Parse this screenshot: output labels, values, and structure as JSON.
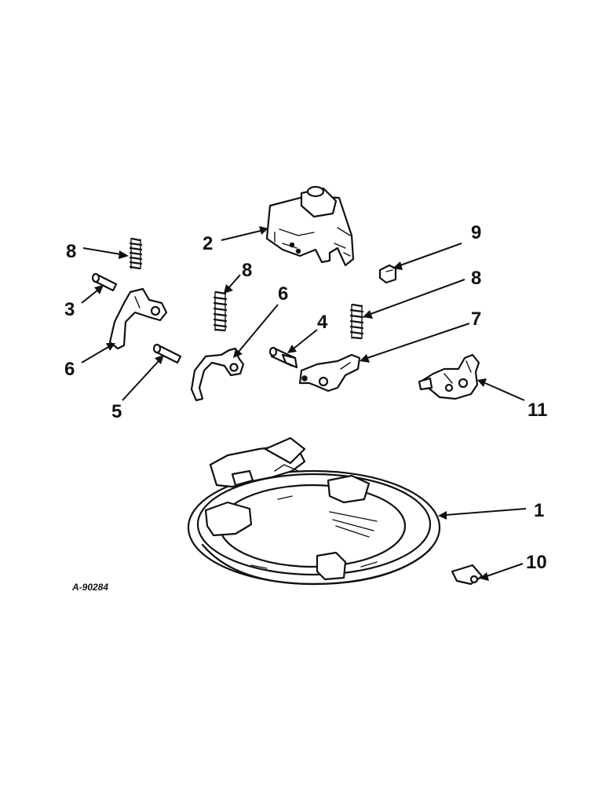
{
  "diagram": {
    "drawing_id": "A-90284",
    "callouts": [
      {
        "key": "c1",
        "text": "1"
      },
      {
        "key": "c2",
        "text": "2"
      },
      {
        "key": "c3",
        "text": "3"
      },
      {
        "key": "c4",
        "text": "4"
      },
      {
        "key": "c5",
        "text": "5"
      },
      {
        "key": "c6a",
        "text": "6"
      },
      {
        "key": "c6b",
        "text": "6"
      },
      {
        "key": "c7",
        "text": "7"
      },
      {
        "key": "c8a",
        "text": "8"
      },
      {
        "key": "c8b",
        "text": "8"
      },
      {
        "key": "c8c",
        "text": "8"
      },
      {
        "key": "c9",
        "text": "9"
      },
      {
        "key": "c10",
        "text": "10"
      },
      {
        "key": "c11",
        "text": "11"
      }
    ]
  }
}
